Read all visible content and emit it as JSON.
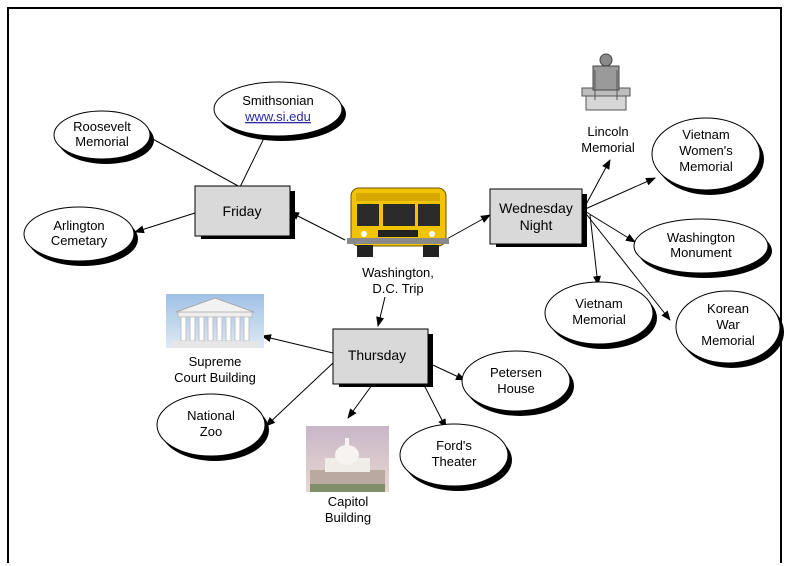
{
  "center": {
    "line1": "Washington,",
    "line2": "D.C. Trip"
  },
  "days": {
    "friday": "Friday",
    "wednesday": {
      "line1": "Wednesday",
      "line2": "Night"
    },
    "thursday": "Thursday"
  },
  "friday_places": {
    "roosevelt": {
      "line1": "Roosevelt",
      "line2": "Memorial"
    },
    "smithsonian": {
      "line1": "Smithsonian",
      "link": "www.si.edu"
    },
    "arlington": {
      "line1": "Arlington",
      "line2": "Cemetary"
    }
  },
  "wednesday_places": {
    "lincoln": {
      "line1": "Lincoln",
      "line2": "Memorial"
    },
    "vietnam_women": {
      "line1": "Vietnam",
      "line2": "Women's",
      "line3": "Memorial"
    },
    "washington_monument": {
      "line1": "Washington",
      "line2": "Monument"
    },
    "vietnam": {
      "line1": "Vietnam",
      "line2": "Memorial"
    },
    "korean": {
      "line1": "Korean",
      "line2": "War",
      "line3": "Memorial"
    }
  },
  "thursday_places": {
    "supreme_court": {
      "line1": "Supreme",
      "line2": "Court Building"
    },
    "national_zoo": {
      "line1": "National",
      "line2": "Zoo"
    },
    "capitol": {
      "line1": "Capitol",
      "line2": "Building"
    },
    "fords": {
      "line1": "Ford's",
      "line2": "Theater"
    },
    "petersen": {
      "line1": "Petersen",
      "line2": "House"
    }
  },
  "colors": {
    "box_fill": "#d9d9d9",
    "bus_yellow": "#f2c300",
    "link": "#2a2aa0"
  },
  "icons": [
    "school-bus-icon",
    "lincoln-statue-icon",
    "supreme-court-image",
    "capitol-image"
  ]
}
